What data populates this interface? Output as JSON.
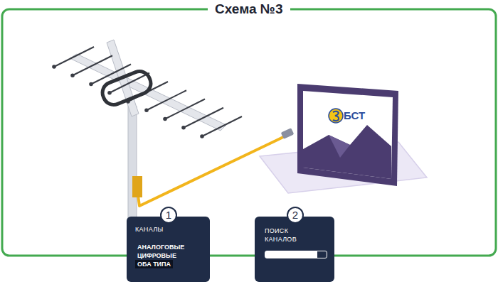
{
  "diagram": {
    "title": "Схема №3",
    "nodes": [
      {
        "text": [
          "КАНАЛЫ",
          "АНАЛОГОВЫЕ",
          "ЦИФРОВЫЕ",
          "ОБА ТИПА"
        ]
      },
      {
        "text": [
          "ПОИСК КАНАЛОВ"
        ]
      }
    ],
    "labels": [
      "БСТ",
      "1",
      "2"
    ]
  }
}
